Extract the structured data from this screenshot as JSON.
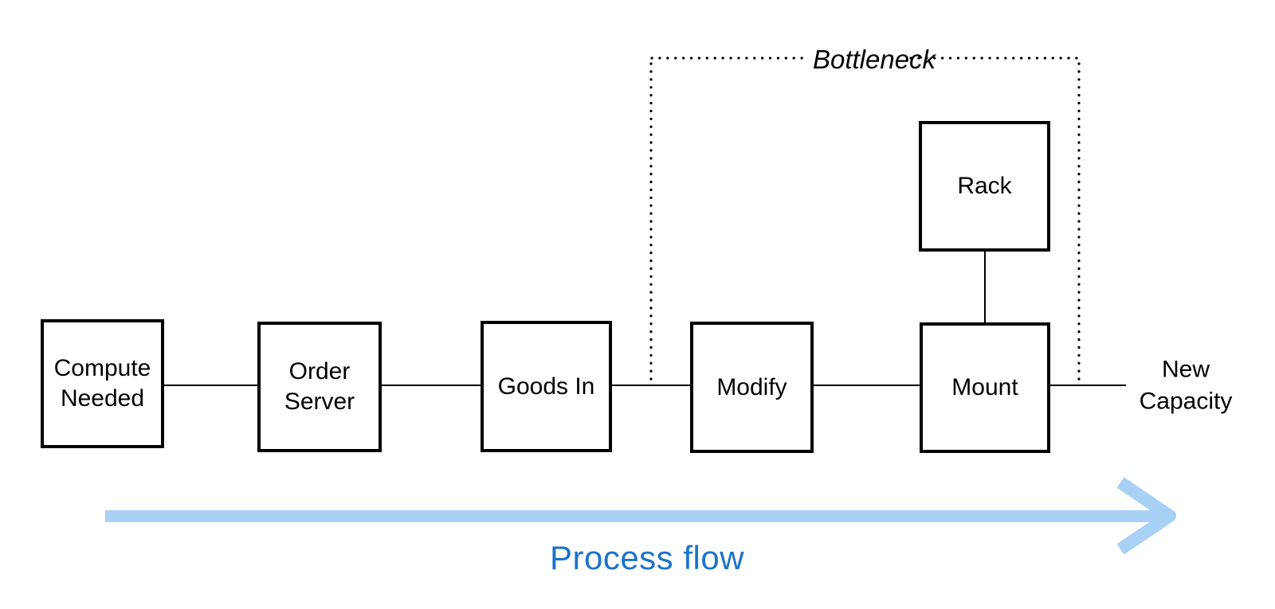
{
  "diagram": {
    "boxes": [
      {
        "id": "compute-needed",
        "label": "Compute\nNeeded"
      },
      {
        "id": "order-server",
        "label": "Order\nServer"
      },
      {
        "id": "goods-in",
        "label": "Goods In"
      },
      {
        "id": "modify",
        "label": "Modify"
      },
      {
        "id": "mount",
        "label": "Mount"
      },
      {
        "id": "rack",
        "label": "Rack"
      }
    ],
    "bottleneck": {
      "label": "Bottleneck"
    },
    "output": {
      "label": "New\nCapacity"
    },
    "flow": {
      "label": "Process flow"
    },
    "colors": {
      "arrow_fill": "#A8D1F5",
      "flow_text": "#1C73CA",
      "line": "#000000",
      "background": "#FFFFFF"
    }
  }
}
